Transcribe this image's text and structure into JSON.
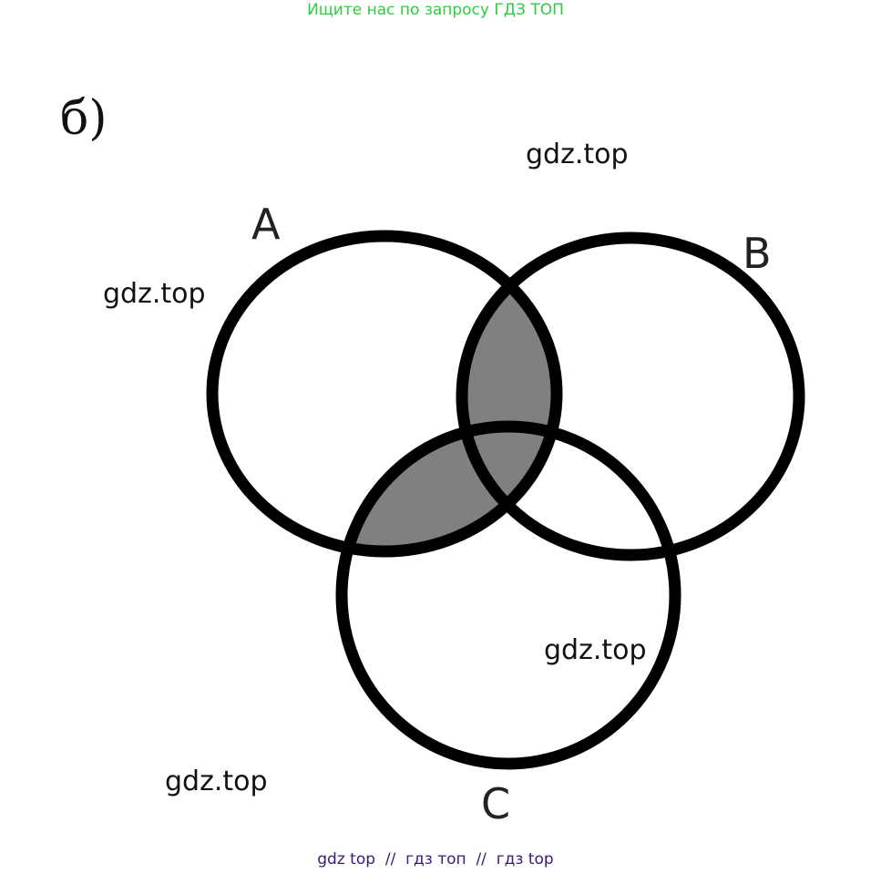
{
  "header": {
    "banner_text": "Ищите нас по запросу ГДЗ ТОП",
    "banner_color": "#2ecc40"
  },
  "part_label": "б)",
  "watermarks": [
    "gdz.top",
    "gdz.top",
    "gdz.top",
    "gdz.top"
  ],
  "diagram": {
    "type": "venn-three-sets",
    "sets": [
      {
        "label": "A"
      },
      {
        "label": "B"
      },
      {
        "label": "C"
      }
    ],
    "shaded_regions": [
      "A∩B",
      "A∩C"
    ],
    "shade_color": "#808080",
    "outline_color": "#000000"
  },
  "footer": {
    "text": "gdz top  //  гдз топ  //  гдз top",
    "color": "#3d1a78"
  }
}
